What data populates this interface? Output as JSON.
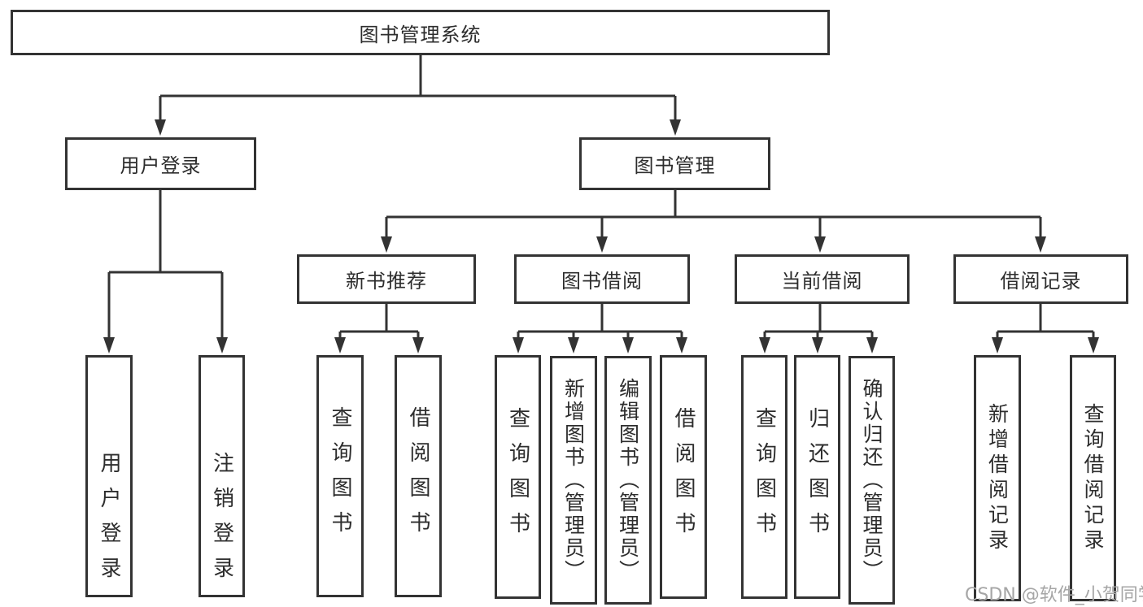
{
  "tree": {
    "label": "图书管理系统",
    "children": [
      {
        "label": "用户登录",
        "children": [
          {
            "label": "用户登录"
          },
          {
            "label": "注销登录"
          }
        ]
      },
      {
        "label": "图书管理",
        "children": [
          {
            "label": "新书推荐",
            "children": [
              {
                "label": "查询图书"
              },
              {
                "label": "借阅图书"
              }
            ]
          },
          {
            "label": "图书借阅",
            "children": [
              {
                "label": "查询图书"
              },
              {
                "label": "新增图书（管理员）"
              },
              {
                "label": "编辑图书（管理员）"
              },
              {
                "label": "借阅图书"
              }
            ]
          },
          {
            "label": "当前借阅",
            "children": [
              {
                "label": "查询图书"
              },
              {
                "label": "归还图书"
              },
              {
                "label": "确认归还（管理员）"
              }
            ]
          },
          {
            "label": "借阅记录",
            "children": [
              {
                "label": "新增借阅记录"
              },
              {
                "label": "查询借阅记录"
              }
            ]
          }
        ]
      }
    ]
  },
  "watermark": "CSDN @软件_小贺同学",
  "colors": {
    "line": "#333333",
    "text": "#2d2d2d",
    "watermark": "#a6a6a6",
    "background": "#ffffff"
  }
}
